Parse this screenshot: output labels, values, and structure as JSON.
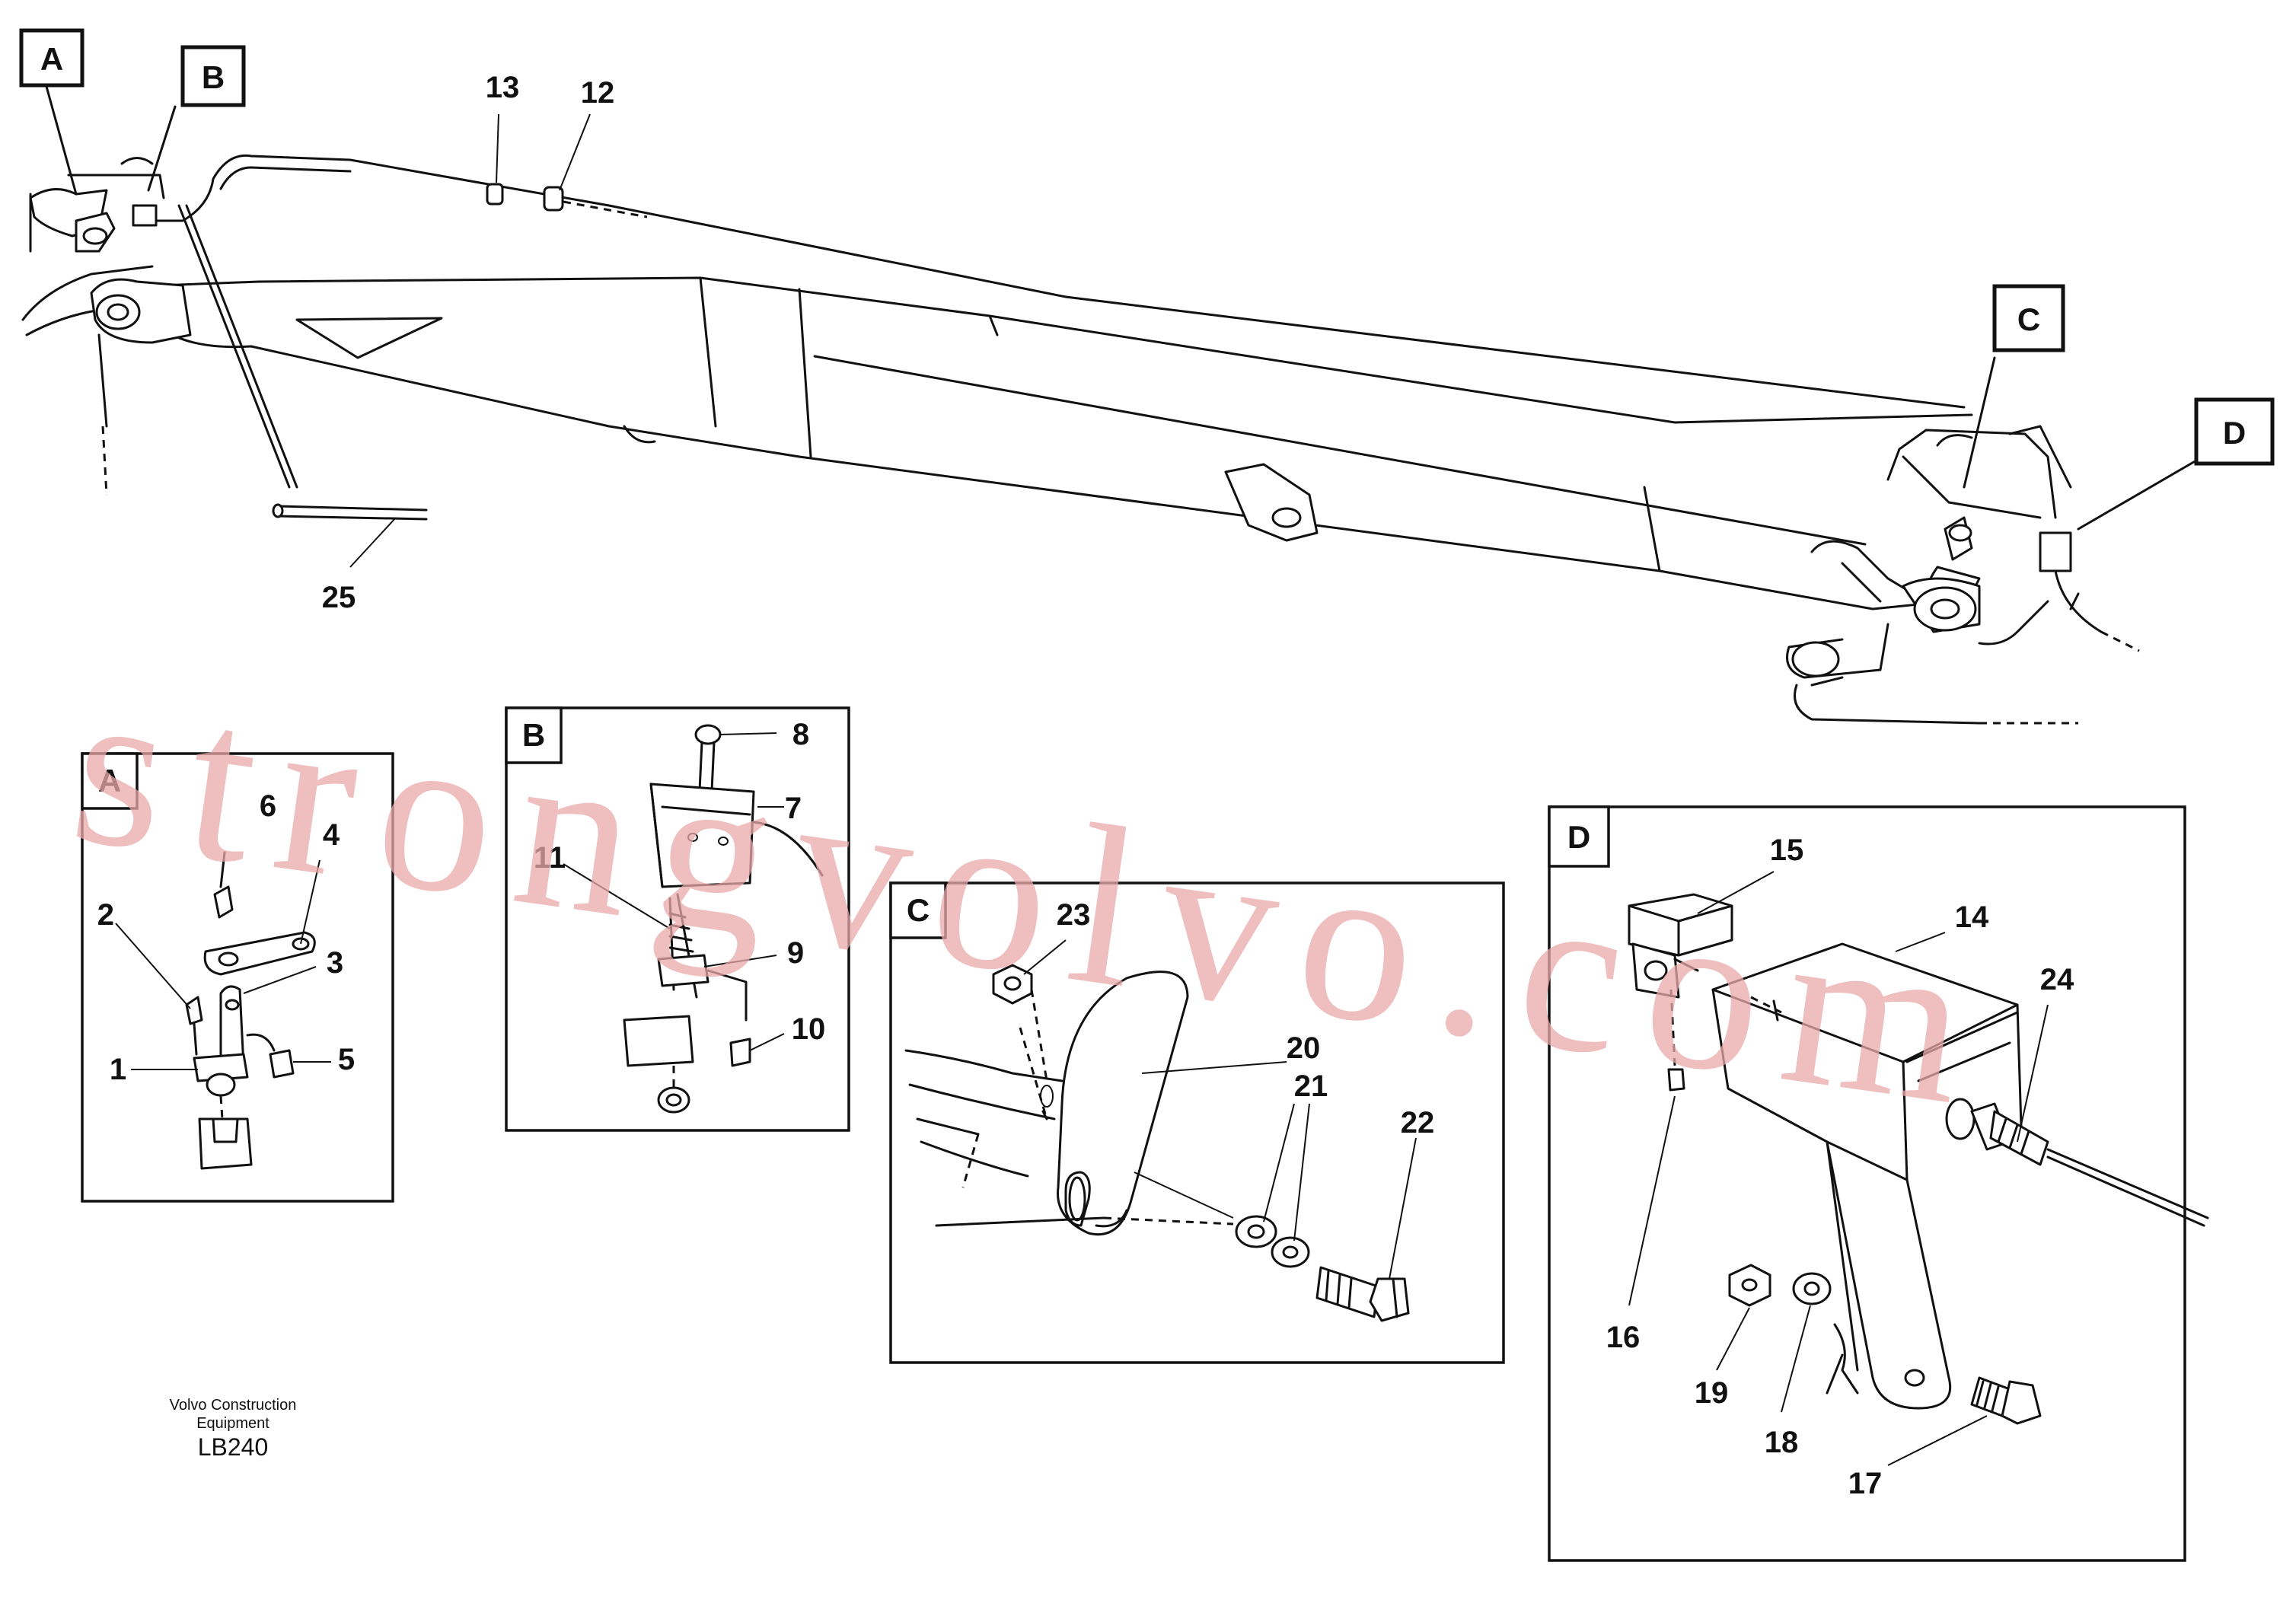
{
  "callouts": {
    "main": {
      "A": "A",
      "B": "B",
      "C": "C",
      "D": "D"
    },
    "details": {
      "A": "A",
      "B": "B",
      "C": "C",
      "D": "D"
    }
  },
  "part_numbers": {
    "n1": "1",
    "n2": "2",
    "n3": "3",
    "n4": "4",
    "n5": "5",
    "n6": "6",
    "n7": "7",
    "n8": "8",
    "n9": "9",
    "n10": "10",
    "n11": "11",
    "n12": "12",
    "n13": "13",
    "n14": "14",
    "n15": "15",
    "n16": "16",
    "n17": "17",
    "n18": "18",
    "n19": "19",
    "n20": "20",
    "n21": "21",
    "n22": "22",
    "n23": "23",
    "n24": "24",
    "n25": "25"
  },
  "caption": {
    "line1": "Volvo Construction",
    "line2": "Equipment",
    "code": "LB240"
  },
  "watermark": "strongvolvo.com",
  "colors": {
    "ink": "#111111",
    "watermark": "#e9a8a8",
    "background": "#ffffff"
  }
}
